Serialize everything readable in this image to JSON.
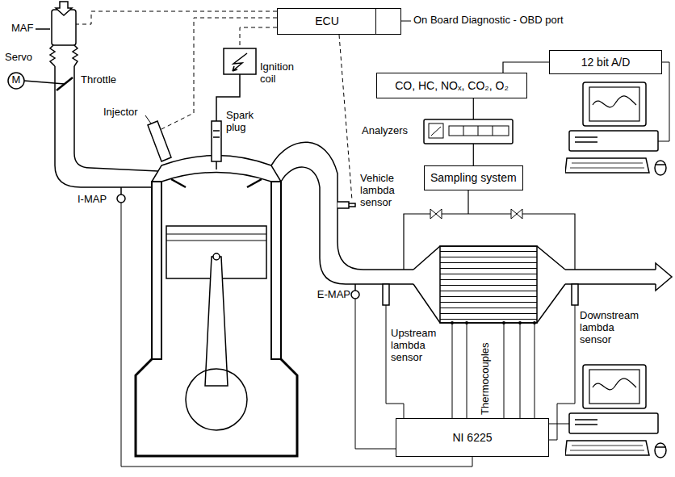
{
  "diagram": {
    "nodes": [
      {
        "text": [
          "ECU"
        ]
      },
      {
        "text": [
          "12 bit A/D"
        ]
      },
      {
        "text": [
          "CO, HC, NOₓ, CO₂, O₂"
        ]
      },
      {
        "text": [
          "Sampling system"
        ]
      },
      {
        "text": [
          "NI 6225"
        ]
      }
    ],
    "edges": [
      {
        "from": 1,
        "to": 2,
        "arrow": "none"
      },
      {
        "from": 3,
        "to": 2,
        "arrow": "none"
      }
    ],
    "labels": [
      "MAF",
      "Servo",
      "M",
      "Throttle",
      "Injector",
      "Spark plug",
      "Ignition coil",
      "On Board Diagnostic - OBD port",
      "I-MAP",
      "Vehicle lambda sensor",
      "E-MAP",
      "Analyzers",
      "Upstream lambda sensor",
      "Thermocouples",
      "Downstream lambda sensor"
    ]
  }
}
